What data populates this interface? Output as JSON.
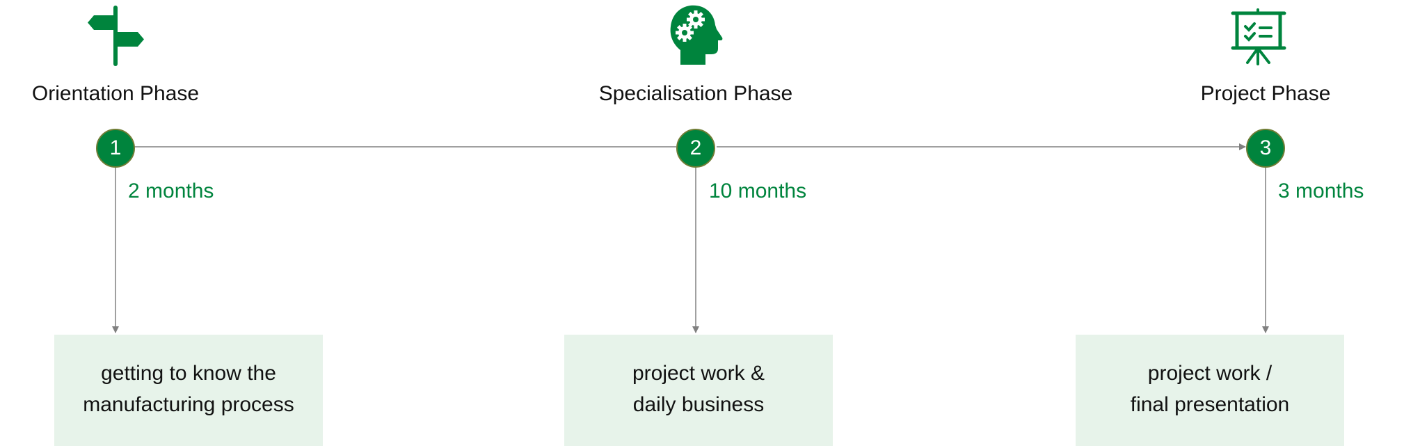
{
  "colors": {
    "accent": "#00843d",
    "box_fill": "#e7f3ea",
    "connector": "#808080"
  },
  "phases": [
    {
      "icon": "signpost-icon",
      "title": "Orientation Phase",
      "number": "1",
      "duration": "2 months",
      "description": [
        "getting to know the",
        "manufacturing process"
      ]
    },
    {
      "icon": "head-gears-icon",
      "title": "Specialisation Phase",
      "number": "2",
      "duration": "10 months",
      "description": [
        "project work &",
        "daily business"
      ]
    },
    {
      "icon": "presentation-board-icon",
      "title": "Project Phase",
      "number": "3",
      "duration": "3 months",
      "description": [
        "project work /",
        "final presentation"
      ]
    }
  ]
}
